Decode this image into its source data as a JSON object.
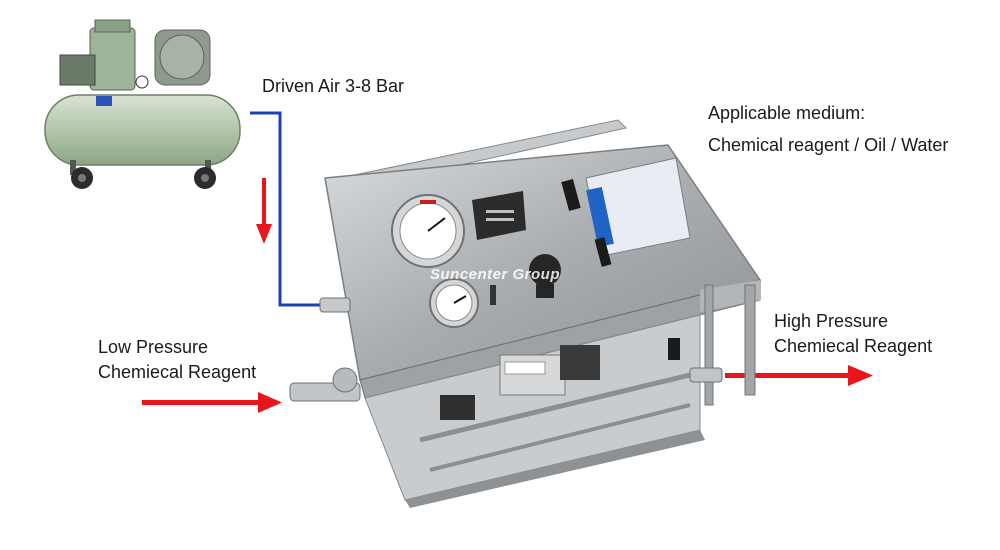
{
  "labels": {
    "driven_air": "Driven Air 3-8 Bar",
    "medium_title": "Applicable medium:",
    "medium_list": "Chemical reagent / Oil / Water",
    "low_pressure_line1": "Low Pressure",
    "low_pressure_line2": "Chemiecal Reagent",
    "high_pressure_line1": "High Pressure",
    "high_pressure_line2": "Chemiecal Reagent",
    "watermark": "Suncenter Group"
  },
  "colors": {
    "air_line": "#1f3fb5",
    "flow_arrow": "#e8161c",
    "steel": "#b9bcbe",
    "compressor_tank": "#b7c8b0"
  },
  "icons": [
    "air-compressor-image",
    "booster-pump-image",
    "pressure-gauge-icon",
    "flow-arrow-icon"
  ]
}
